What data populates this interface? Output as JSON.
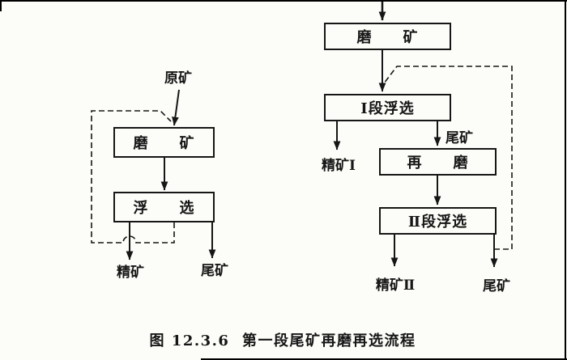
{
  "colors": {
    "ink": "#161616",
    "paper": "#fcfcf8"
  },
  "caption": "图 12.3.6  第一段尾矿再磨再选流程",
  "left_flow": {
    "feed_label": "原矿",
    "grind_box": "磨　　矿",
    "flotation_box": "浮　　选",
    "concentrate_label": "精矿",
    "tailings_label": "尾矿"
  },
  "right_flow": {
    "grind_box": "磨　　矿",
    "stage1_box": "Ⅰ段浮选",
    "stage1_concentrate_label": "精矿Ⅰ",
    "stage1_tailings_label": "尾矿",
    "regrind_box": "再　　磨",
    "stage2_box": "Ⅱ段浮选",
    "stage2_concentrate_label": "精矿Ⅱ",
    "stage2_tailings_label": "尾矿"
  }
}
